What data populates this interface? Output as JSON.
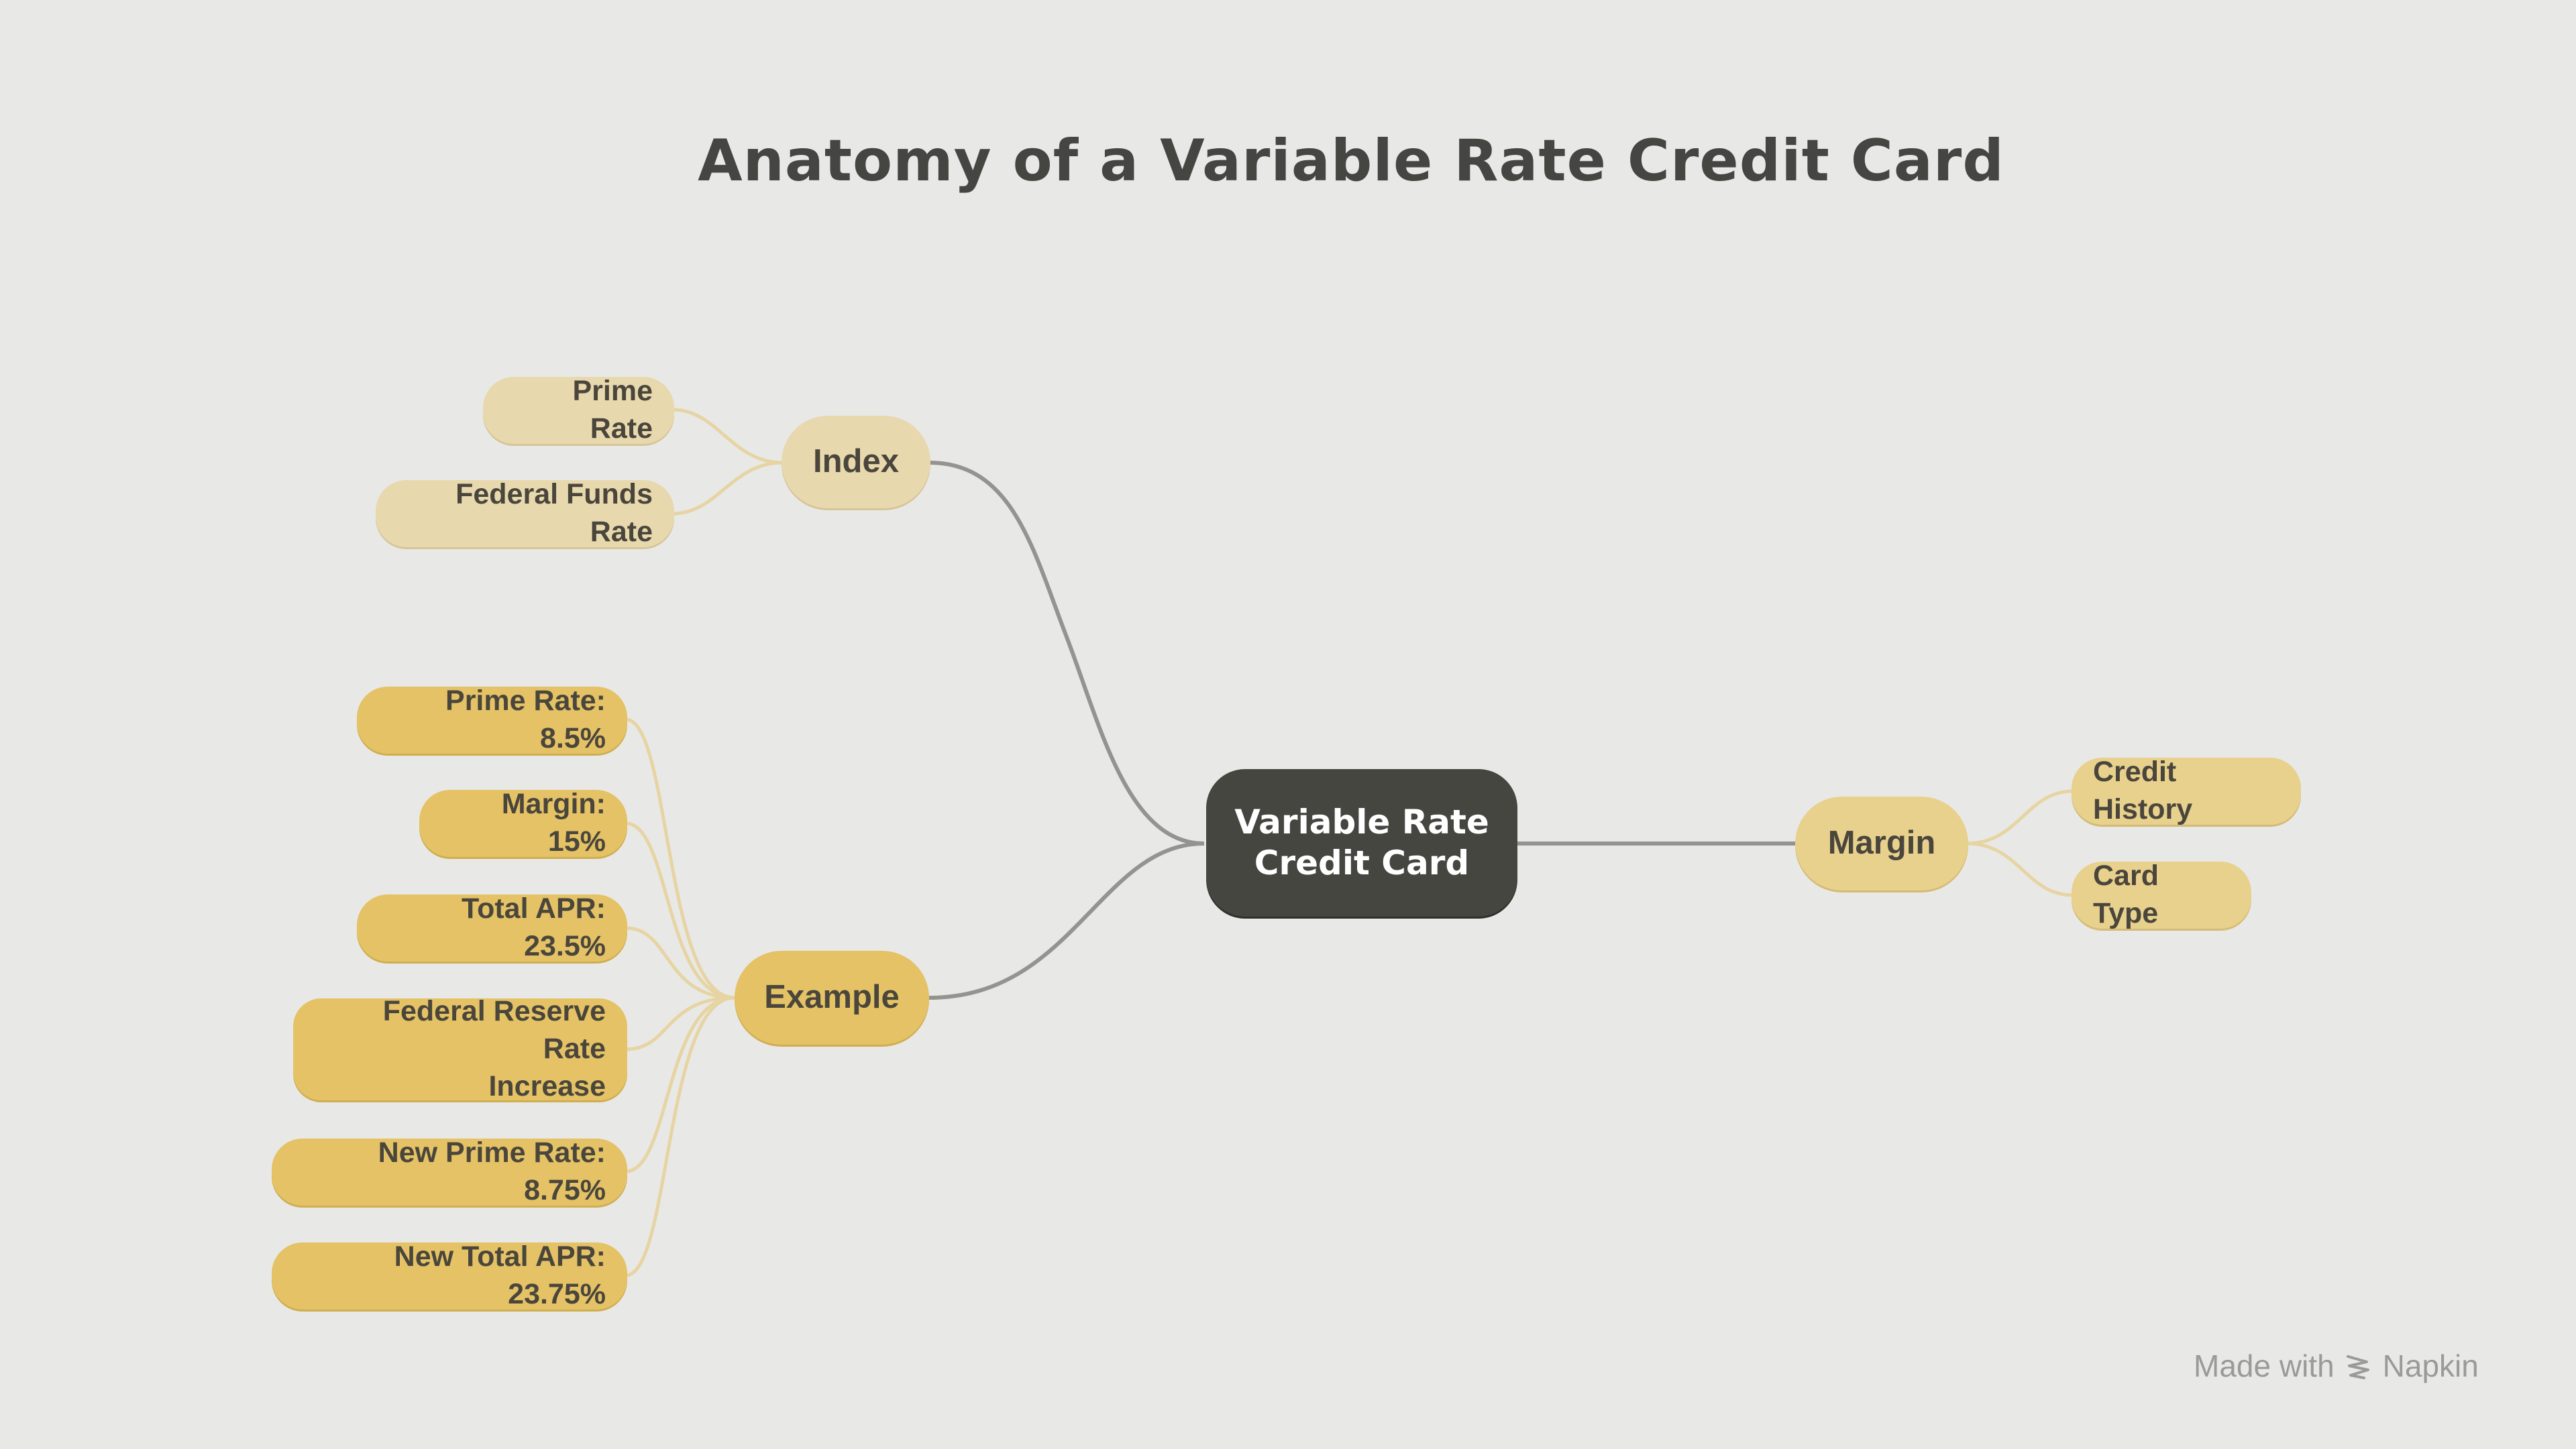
{
  "title": "Anatomy of a Variable Rate Credit Card",
  "center": {
    "line1": "Variable Rate",
    "line2": "Credit Card"
  },
  "index": {
    "label": "Index",
    "children": [
      "Prime Rate",
      "Federal Funds Rate"
    ]
  },
  "example": {
    "label": "Example",
    "children": [
      "Prime Rate: 8.5%",
      "Margin: 15%",
      "Total APR: 23.5%",
      "Federal Reserve Rate",
      "Increase",
      "New Prime Rate: 8.75%",
      "New Total APR: 23.75%"
    ]
  },
  "margin": {
    "label": "Margin",
    "children": [
      "Credit History",
      "Card Type"
    ]
  },
  "footer": {
    "made_with": "Made with",
    "brand": "Napkin"
  },
  "colors": {
    "background": "#e8e8e6",
    "center": "#454640",
    "index": "#e8d8ad",
    "example": "#e4c265",
    "margin": "#e8d08d",
    "connector_main": "#939390",
    "connector_leaf": "#e6d4a3"
  }
}
